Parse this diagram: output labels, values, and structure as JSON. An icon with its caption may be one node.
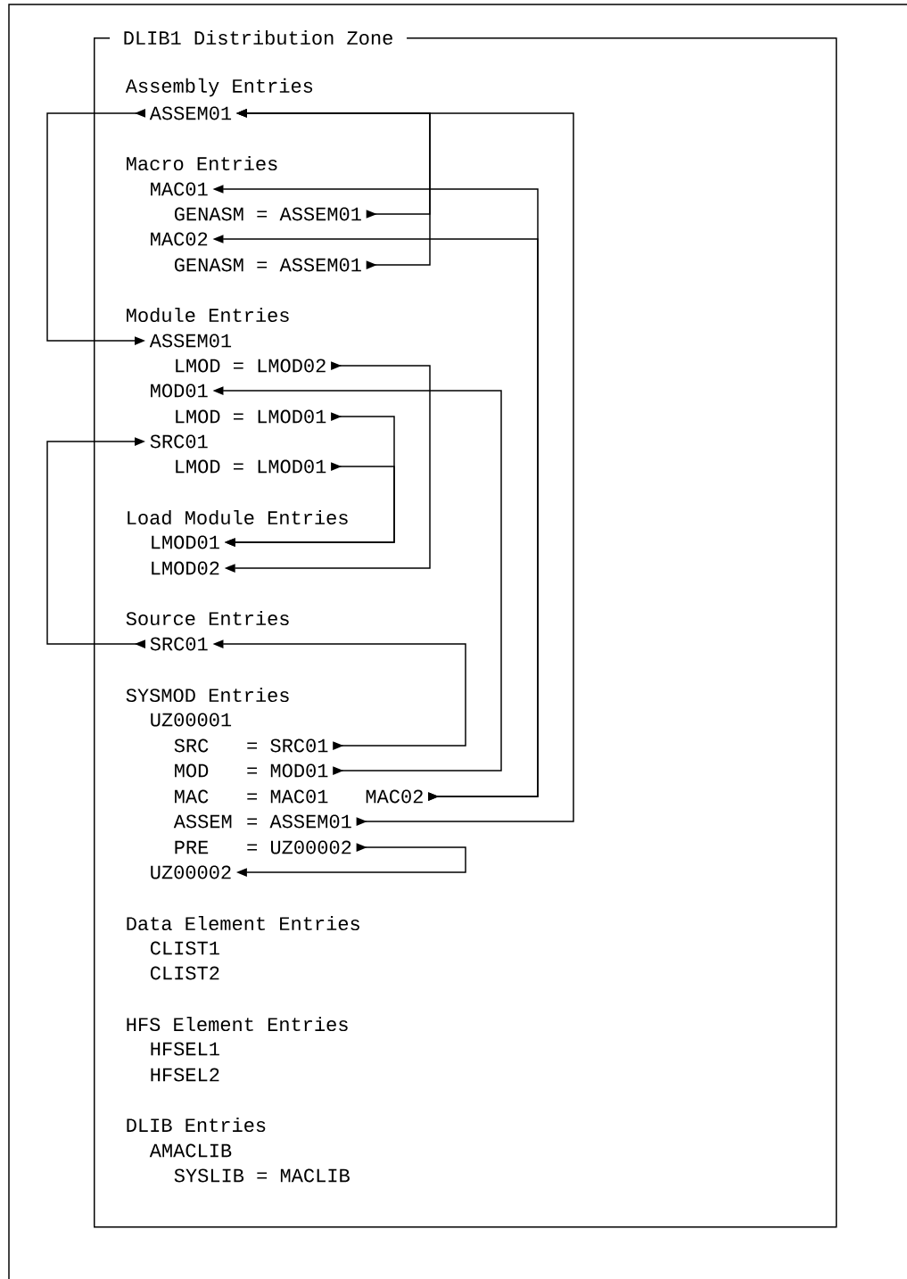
{
  "diagram": {
    "nodes": [
      {
        "text": [
          "DLIB1 Distribution Zone"
        ]
      },
      {
        "text": [
          "ASSEM01"
        ],
        "in": 0
      },
      {
        "text": [
          "MAC01"
        ],
        "in": 0
      },
      {
        "text": [
          "GENASM = ASSEM01"
        ],
        "in": 0
      },
      {
        "text": [
          "MAC02"
        ],
        "in": 0
      },
      {
        "text": [
          "GENASM = ASSEM01"
        ],
        "in": 0
      },
      {
        "text": [
          "ASSEM01"
        ],
        "in": 0
      },
      {
        "text": [
          "LMOD = LMOD02"
        ],
        "in": 0
      },
      {
        "text": [
          "MOD01"
        ],
        "in": 0
      },
      {
        "text": [
          "LMOD = LMOD01"
        ],
        "in": 0
      },
      {
        "text": [
          "SRC01"
        ],
        "in": 0
      },
      {
        "text": [
          "LMOD = LMOD01"
        ],
        "in": 0
      },
      {
        "text": [
          "LMOD01"
        ],
        "in": 0
      },
      {
        "text": [
          "LMOD02"
        ],
        "in": 0
      },
      {
        "text": [
          "SRC01"
        ],
        "in": 0
      },
      {
        "text": [
          "SRC",
          "= SRC01"
        ],
        "in": 0
      },
      {
        "text": [
          "MOD",
          "= MOD01"
        ],
        "in": 0
      },
      {
        "text": [
          "MAC",
          "= MAC01",
          "MAC02"
        ],
        "in": 0
      },
      {
        "text": [
          "ASSEM",
          "= ASSEM01"
        ],
        "in": 0
      },
      {
        "text": [
          "PRE",
          "= UZ00002"
        ],
        "in": 0
      },
      {
        "text": [
          "UZ00002"
        ],
        "in": 0
      }
    ],
    "edges": [
      {
        "from": 3,
        "to": 1,
        "arrow": "to"
      },
      {
        "from": 5,
        "to": 1,
        "arrow": "to"
      },
      {
        "from": 18,
        "to": 1,
        "arrow": "to"
      },
      {
        "from": 17,
        "to": 2,
        "arrow": "to"
      },
      {
        "from": 17,
        "to": 4,
        "arrow": "to"
      },
      {
        "from": 7,
        "to": 13,
        "arrow": "to"
      },
      {
        "from": 9,
        "to": 12,
        "arrow": "to"
      },
      {
        "from": 11,
        "to": 12,
        "arrow": "to"
      },
      {
        "from": 16,
        "to": 8,
        "arrow": "to"
      },
      {
        "from": 15,
        "to": 14,
        "arrow": "to"
      },
      {
        "from": 19,
        "to": 20,
        "arrow": "to"
      },
      {
        "from": 1,
        "to": 6,
        "arrow": "to"
      },
      {
        "from": 14,
        "to": 10,
        "arrow": "to"
      }
    ],
    "labels": [
      "Assembly Entries",
      "Macro Entries",
      "Module Entries",
      "Load Module Entries",
      "Source Entries",
      "SYSMOD Entries",
      "UZ00001",
      "Data Element Entries",
      "CLIST1",
      "CLIST2",
      "HFS Element Entries",
      "HFSEL1",
      "HFSEL2",
      "DLIB Entries",
      "AMACLIB",
      "SYSLIB = MACLIB"
    ]
  }
}
